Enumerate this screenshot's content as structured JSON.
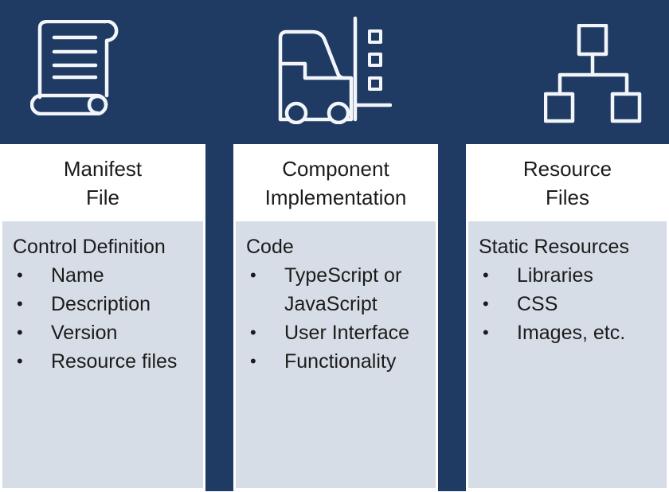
{
  "palette": {
    "navy": "#1f3a63",
    "body_gray": "#d7dde6",
    "header_white": "#ffffff",
    "text": "#1b1b1b",
    "icon_stroke": "#f2f6fb"
  },
  "bullet_glyph": "•",
  "columns": [
    {
      "icon": "scroll-icon",
      "title_line1": "Manifest",
      "title_line2": "File",
      "body_heading": "Control Definition",
      "bullets": [
        "Name",
        "Description",
        "Version",
        "Resource files"
      ]
    },
    {
      "icon": "forklift-icon",
      "title_line1": "Component",
      "title_line2": "Implementation",
      "body_heading": "Code",
      "bullets": [
        "TypeScript or JavaScript",
        "User Interface",
        "Functionality"
      ]
    },
    {
      "icon": "sitemap-icon",
      "title_line1": "Resource",
      "title_line2": "Files",
      "body_heading": "Static Resources",
      "bullets": [
        "Libraries",
        "CSS",
        "Images, etc."
      ]
    }
  ]
}
